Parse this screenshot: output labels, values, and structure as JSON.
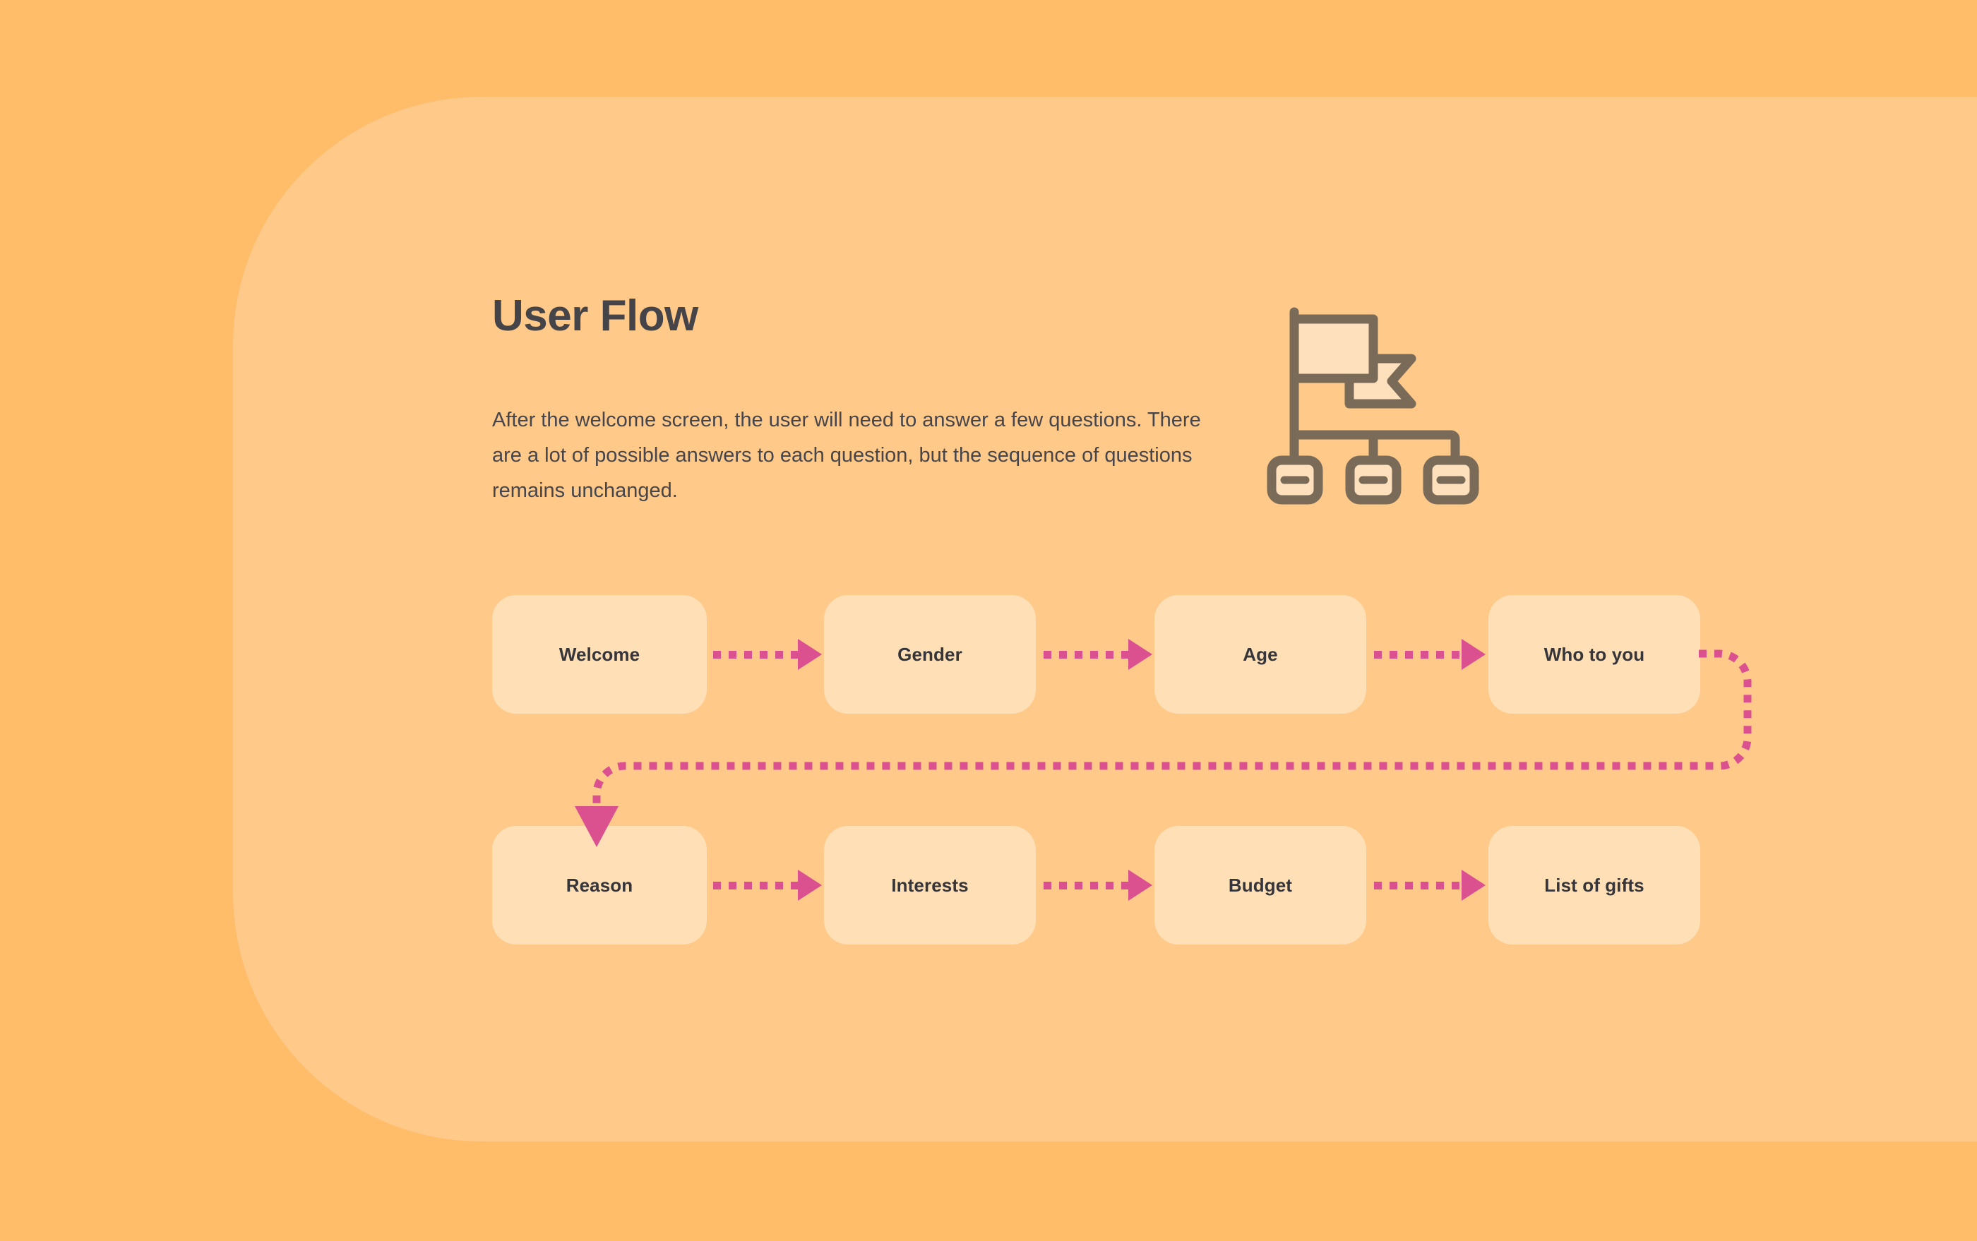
{
  "theme": {
    "background": "#FFBC69",
    "panel": "#FFC989",
    "node_fill": "#FFDFB6",
    "accent_pink": "#DB5190",
    "text_dark": "#444449",
    "icon_stroke": "#7A6A58"
  },
  "header": {
    "title": "User Flow",
    "description": "After the welcome screen, the user will need to answer a few questions. There are a lot of possible answers to each question, but the sequence of questions remains unchanged."
  },
  "icon": {
    "name": "flag-hierarchy-icon",
    "nodes": 3
  },
  "flow": {
    "rows": [
      {
        "nodes": [
          {
            "label": "Welcome"
          },
          {
            "label": "Gender"
          },
          {
            "label": "Age"
          },
          {
            "label": "Who to you"
          }
        ]
      },
      {
        "nodes": [
          {
            "label": "Reason"
          },
          {
            "label": "Interests"
          },
          {
            "label": "Budget"
          },
          {
            "label": "List of gifts"
          }
        ]
      }
    ],
    "connectors": [
      {
        "from": "Welcome",
        "to": "Gender",
        "style": "dotted-arrow"
      },
      {
        "from": "Gender",
        "to": "Age",
        "style": "dotted-arrow"
      },
      {
        "from": "Age",
        "to": "Who to you",
        "style": "dotted-arrow"
      },
      {
        "from": "Who to you",
        "to": "Reason",
        "style": "dotted-wrap-arrow"
      },
      {
        "from": "Reason",
        "to": "Interests",
        "style": "dotted-arrow"
      },
      {
        "from": "Interests",
        "to": "Budget",
        "style": "dotted-arrow"
      },
      {
        "from": "Budget",
        "to": "List of gifts",
        "style": "dotted-arrow"
      }
    ]
  }
}
